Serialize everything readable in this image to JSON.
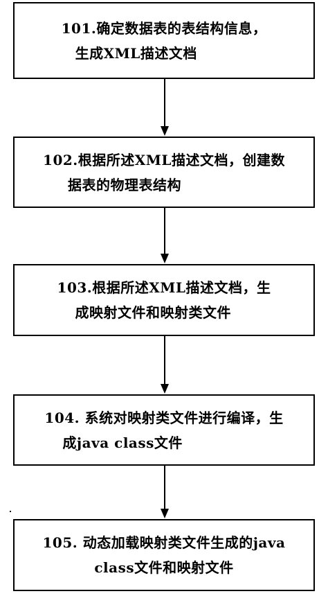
{
  "steps": [
    {
      "lines": [
        "101.确定数据表的表结构信息，",
        "生成XML描述文档"
      ]
    },
    {
      "lines": [
        "102.根据所述XML描述文档，创建数",
        "据表的物理表结构"
      ]
    },
    {
      "lines": [
        "103.根据所述XML描述文档，生",
        "成映射文件和映射类文件"
      ]
    },
    {
      "lines": [
        "104. 系统对映射类文件进行编译，生",
        "成java class文件"
      ]
    },
    {
      "lines": [
        "105. 动态加载映射类文件生成的java",
        "class文件和映射文件"
      ]
    }
  ]
}
